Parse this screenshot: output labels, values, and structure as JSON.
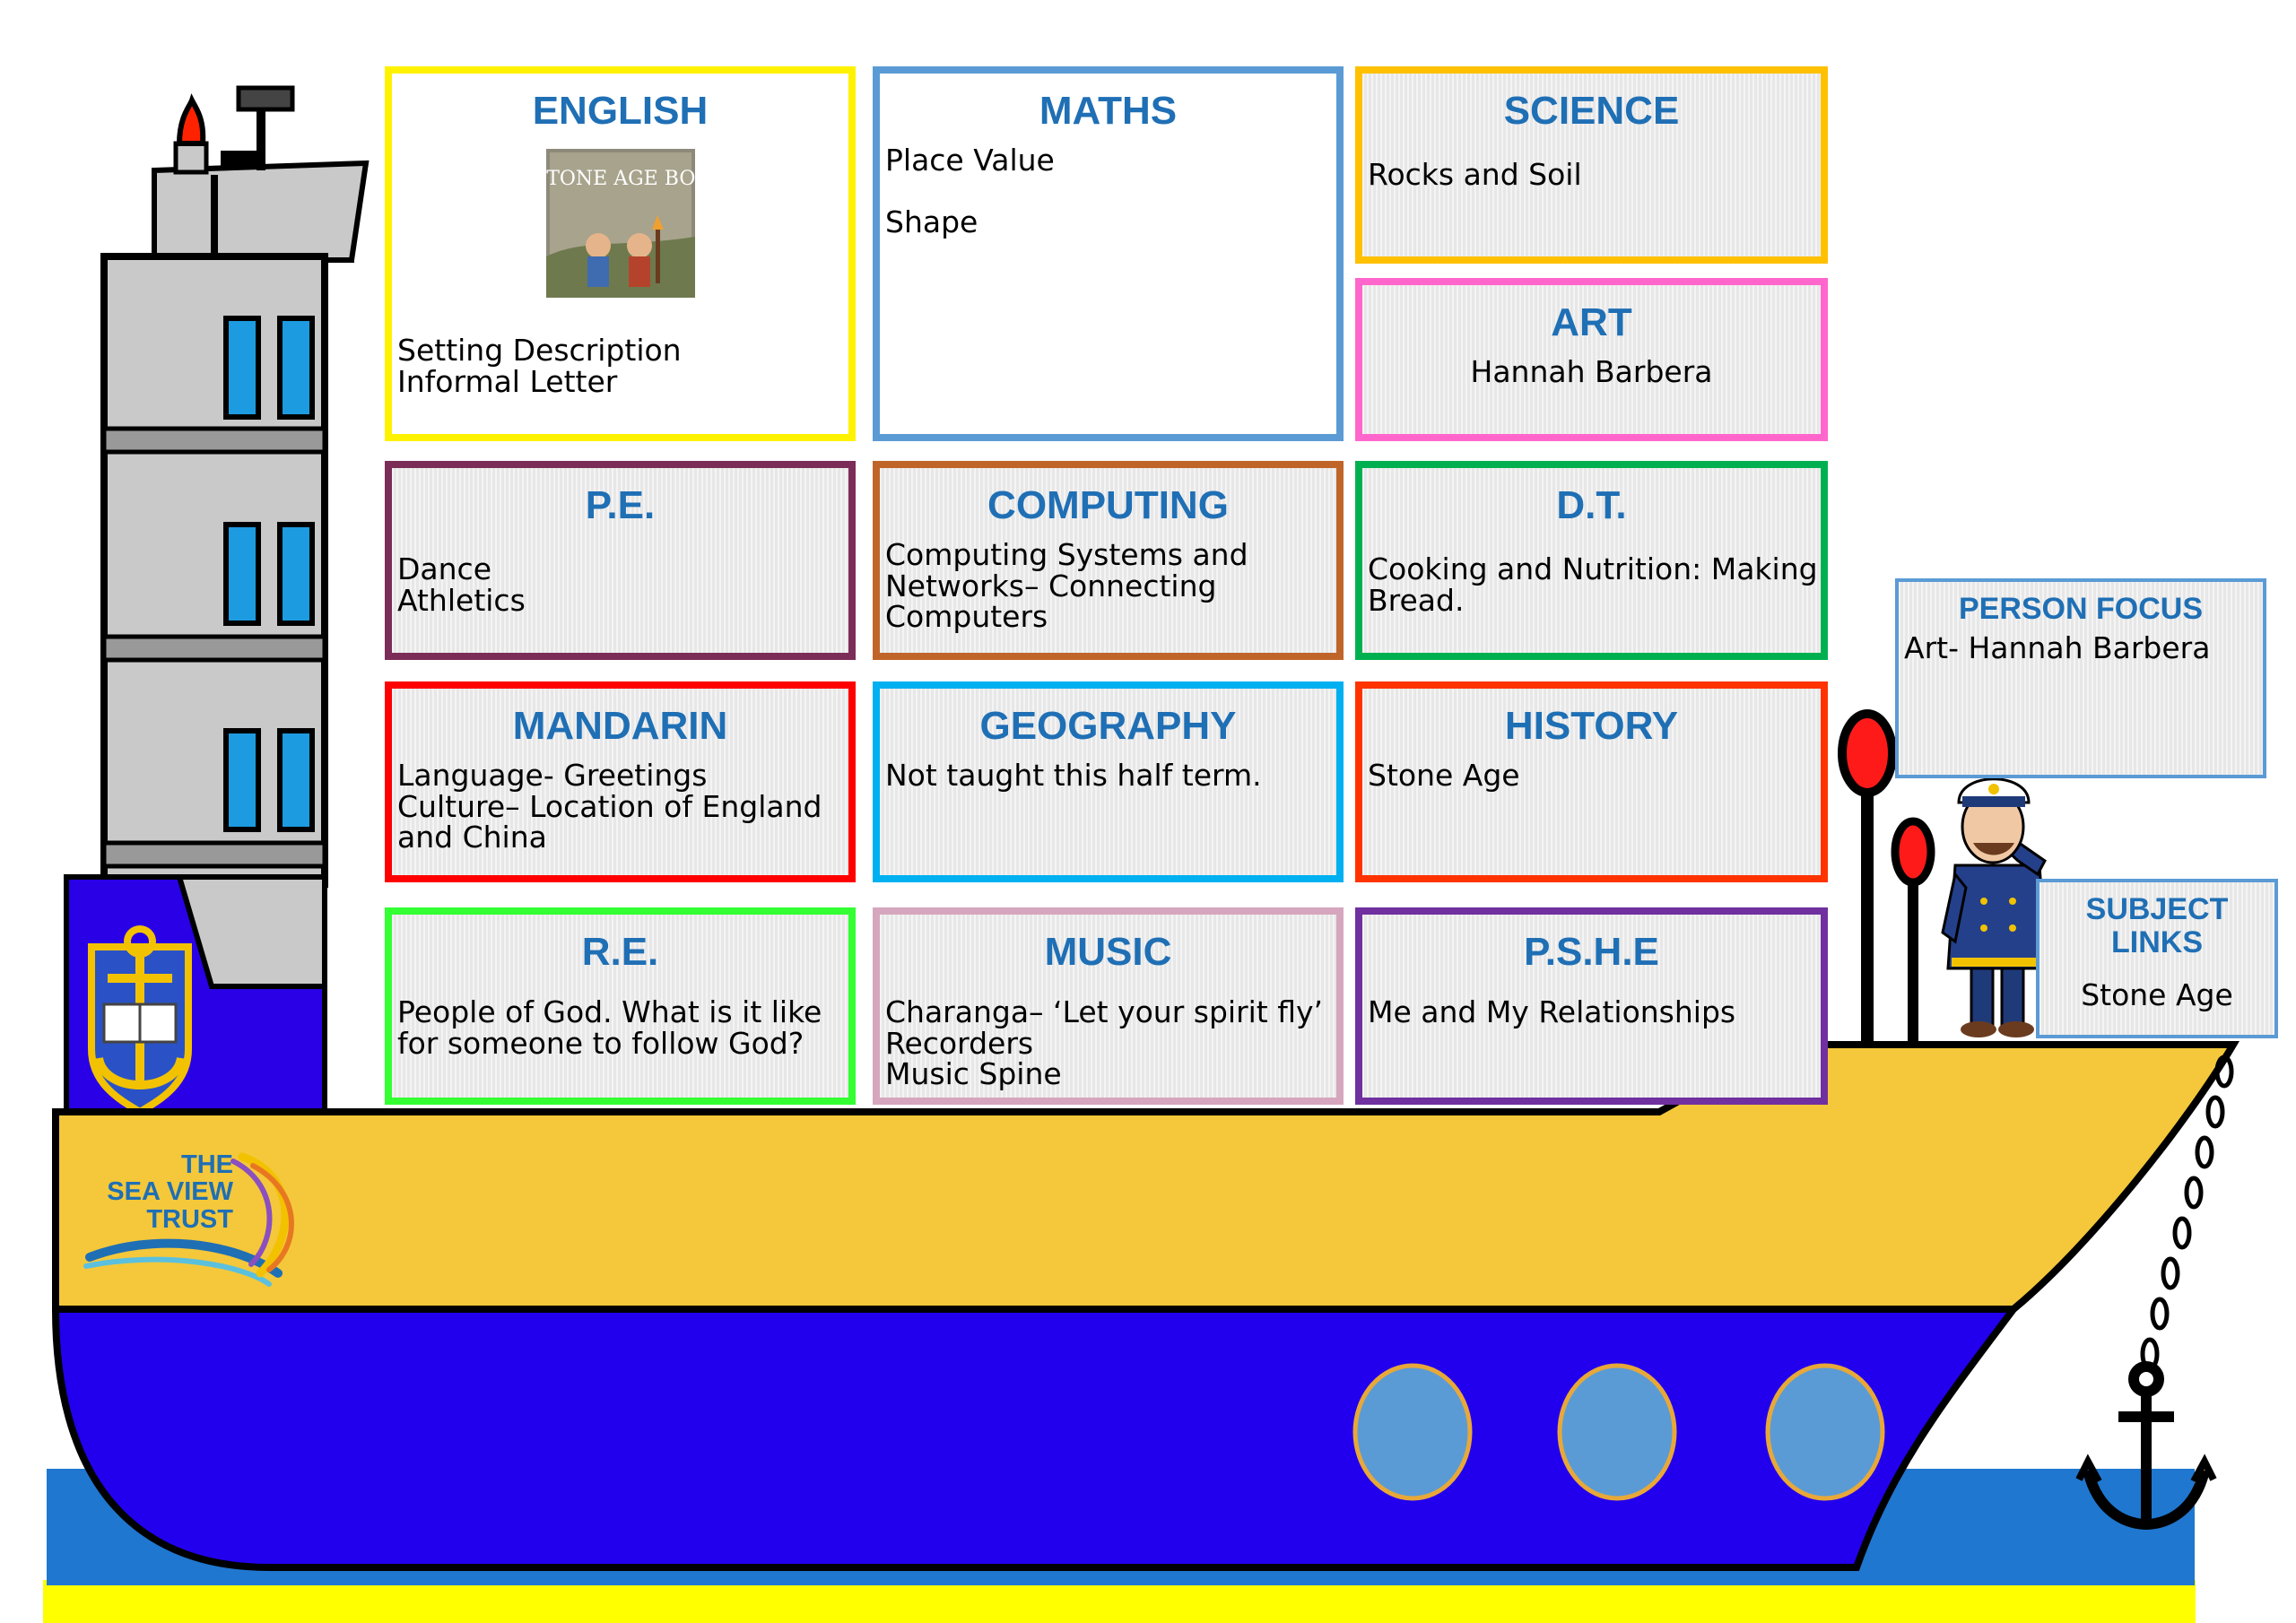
{
  "subjects": {
    "english": {
      "title": "ENGLISH",
      "book_title": "STONE AGE BOY",
      "lines": [
        "Setting Description",
        "Informal Letter"
      ]
    },
    "maths": {
      "title": "MATHS",
      "lines": [
        "Place Value",
        "Shape"
      ]
    },
    "science": {
      "title": "SCIENCE",
      "lines": [
        "Rocks and Soil"
      ]
    },
    "art": {
      "title": "ART",
      "lines": [
        "Hannah Barbera"
      ]
    },
    "pe": {
      "title": "P.E.",
      "lines": [
        "Dance",
        "Athletics"
      ]
    },
    "computing": {
      "title": "COMPUTING",
      "lines": [
        "Computing Systems and",
        "Networks– Connecting",
        "Computers"
      ]
    },
    "dt": {
      "title": "D.T.",
      "lines": [
        "Cooking and Nutrition: Making",
        "Bread."
      ]
    },
    "mandarin": {
      "title": "MANDARIN",
      "lines": [
        "Language- Greetings",
        "Culture– Location of England",
        "and China"
      ]
    },
    "geography": {
      "title": "GEOGRAPHY",
      "lines": [
        "Not taught this half term."
      ]
    },
    "history": {
      "title": "HISTORY",
      "lines": [
        "Stone Age"
      ]
    },
    "re": {
      "title": "R.E.",
      "lines": [
        "People of God. What is it like",
        "for someone to follow God?"
      ]
    },
    "music": {
      "title": "MUSIC",
      "lines": [
        "Charanga– ‘Let your spirit fly’",
        "Recorders",
        "Music Spine"
      ]
    },
    "pshe": {
      "title": "P.S.H.E",
      "lines": [
        "Me and My Relationships"
      ]
    }
  },
  "person_focus": {
    "title": "PERSON FOCUS",
    "lines": [
      "Art- Hannah Barbera"
    ]
  },
  "subject_links": {
    "title": "SUBJECT LINKS",
    "lines": [
      "Stone Age"
    ]
  },
  "logo": {
    "lines": [
      "THE",
      "SEA VIEW",
      "TRUST"
    ]
  },
  "colors": {
    "title_blue": "#1f6fb5",
    "hull_yellow": "#f4c83a",
    "hull_blue": "#2200ee",
    "sea_blue": "#1f77d0",
    "ground_yellow": "#ffff00",
    "porthole": "#5b9bd5"
  },
  "icons": [
    "ship-illustration",
    "anchor-icon",
    "crest-anchor-icon",
    "captain-figure",
    "sea-view-trust-logo",
    "book-cover-image"
  ]
}
